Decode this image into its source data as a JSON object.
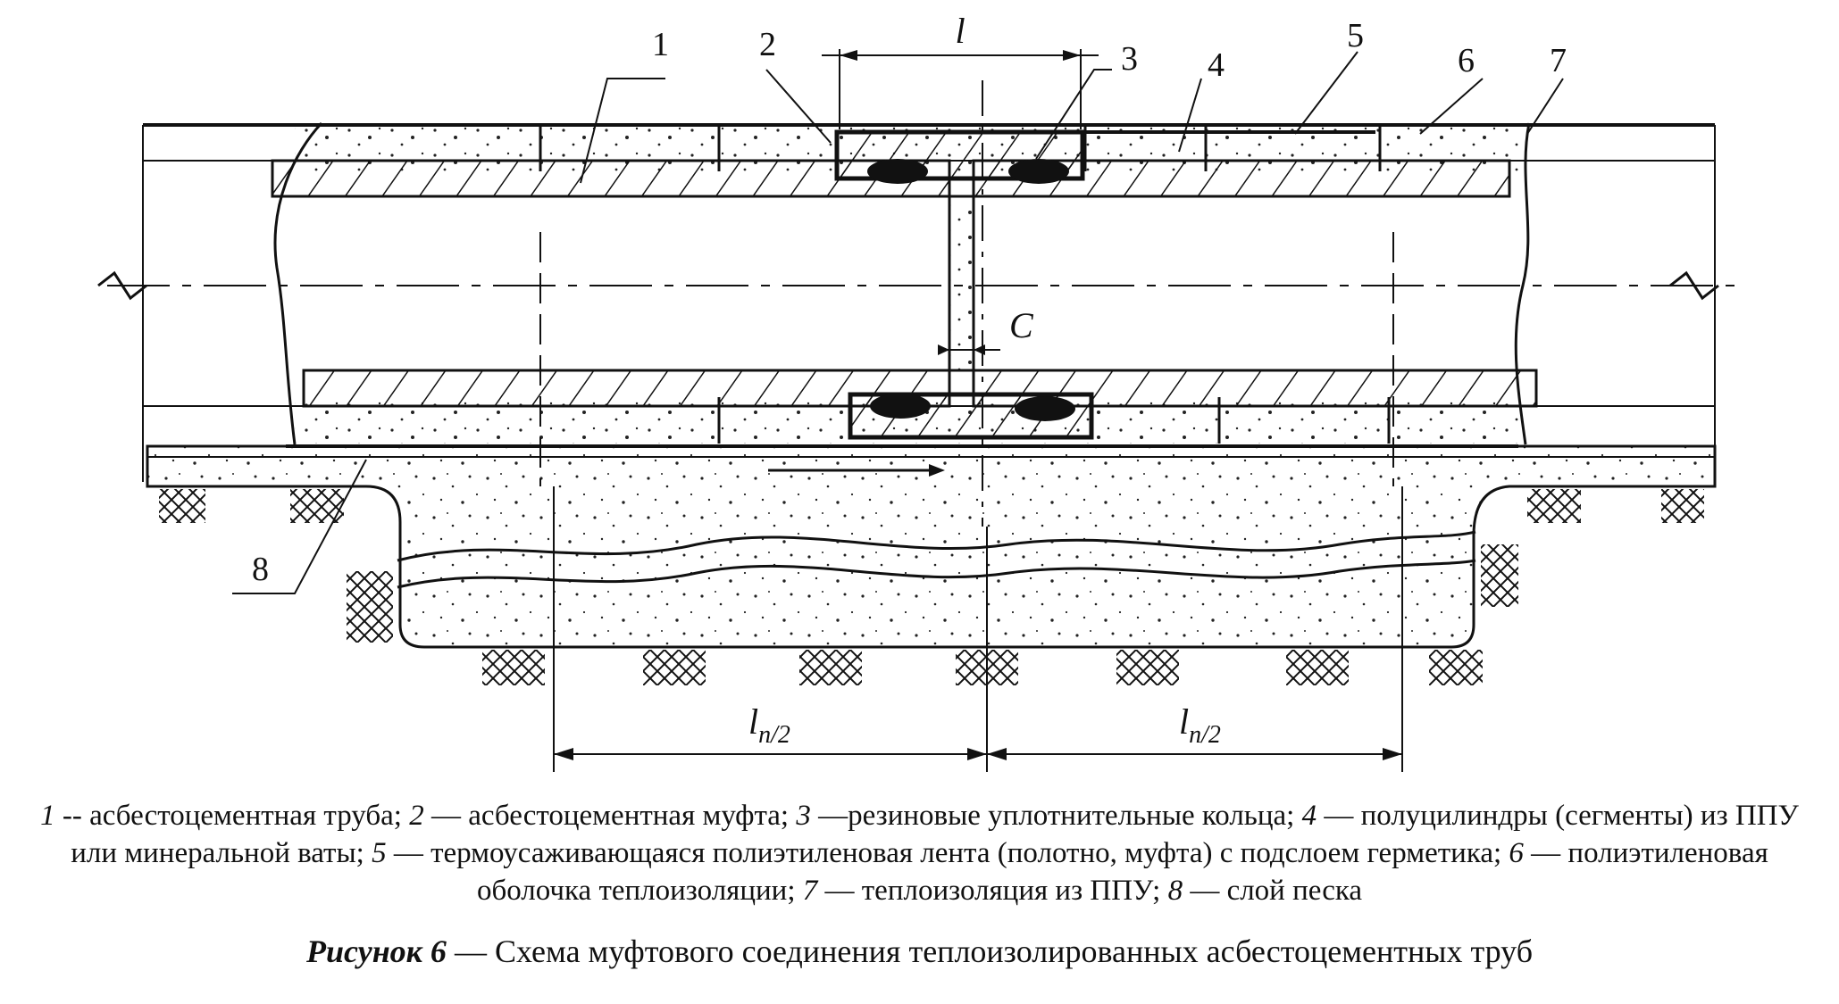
{
  "figure": {
    "callouts": [
      "1",
      "2",
      "3",
      "4",
      "5",
      "6",
      "7",
      "8"
    ],
    "dim_l": "l",
    "dim_c": "C",
    "dim_half": {
      "main": "l",
      "sub": "п/2"
    }
  },
  "legend": [
    {
      "n": "1",
      "text": " -- асбестоцементная труба; "
    },
    {
      "n": "2",
      "text": " — асбестоцементная муфта; "
    },
    {
      "n": "3",
      "text": " —резиновые уплотнительные кольца; "
    },
    {
      "n": "4",
      "text": " — полуцилиндры (сегменты) из ППУ или минеральной ваты; "
    },
    {
      "n": "5",
      "text": " — термоусаживающаяся полиэтиленовая лента (полотно, муфта) с подслоем герметика; "
    },
    {
      "n": "6",
      "text": " — полиэтиленовая оболочка теплоизоляции; "
    },
    {
      "n": "7",
      "text": " — теплоизоляция из ППУ; "
    },
    {
      "n": "8",
      "text": " — слой песка"
    }
  ],
  "caption": {
    "label": "Рисунок 6",
    "text": " — Схема муфтового соединения теплоизолированных асбестоцементных труб"
  }
}
